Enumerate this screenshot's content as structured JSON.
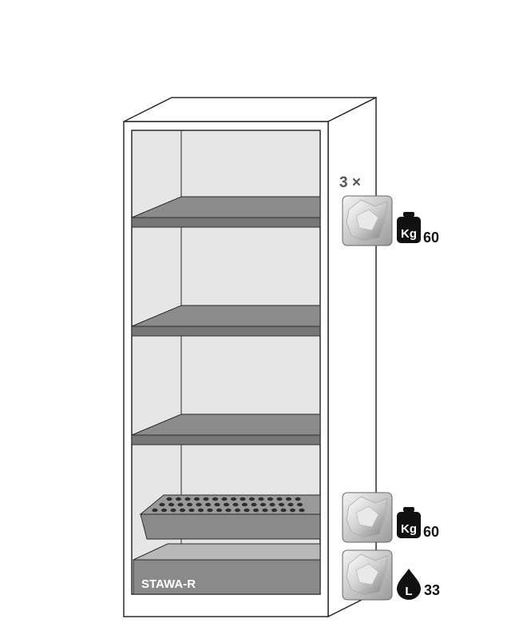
{
  "shelf_count_label": "3 ×",
  "shelves_load": {
    "icon": "weight-kg-icon",
    "icon_text": "Kg",
    "value": "60"
  },
  "sump_load": {
    "icon": "weight-kg-icon",
    "icon_text": "Kg",
    "value": "60"
  },
  "sump_volume": {
    "icon": "liquid-drop-icon",
    "icon_text": "L",
    "value": "33"
  },
  "sump_label": "STAWA-R",
  "colors": {
    "outline": "#2b2b2b",
    "interior": "#e6e6e6",
    "shelf": "#8c8c8c",
    "shelf_front": "#777777",
    "tray": "#9a9a9a"
  }
}
